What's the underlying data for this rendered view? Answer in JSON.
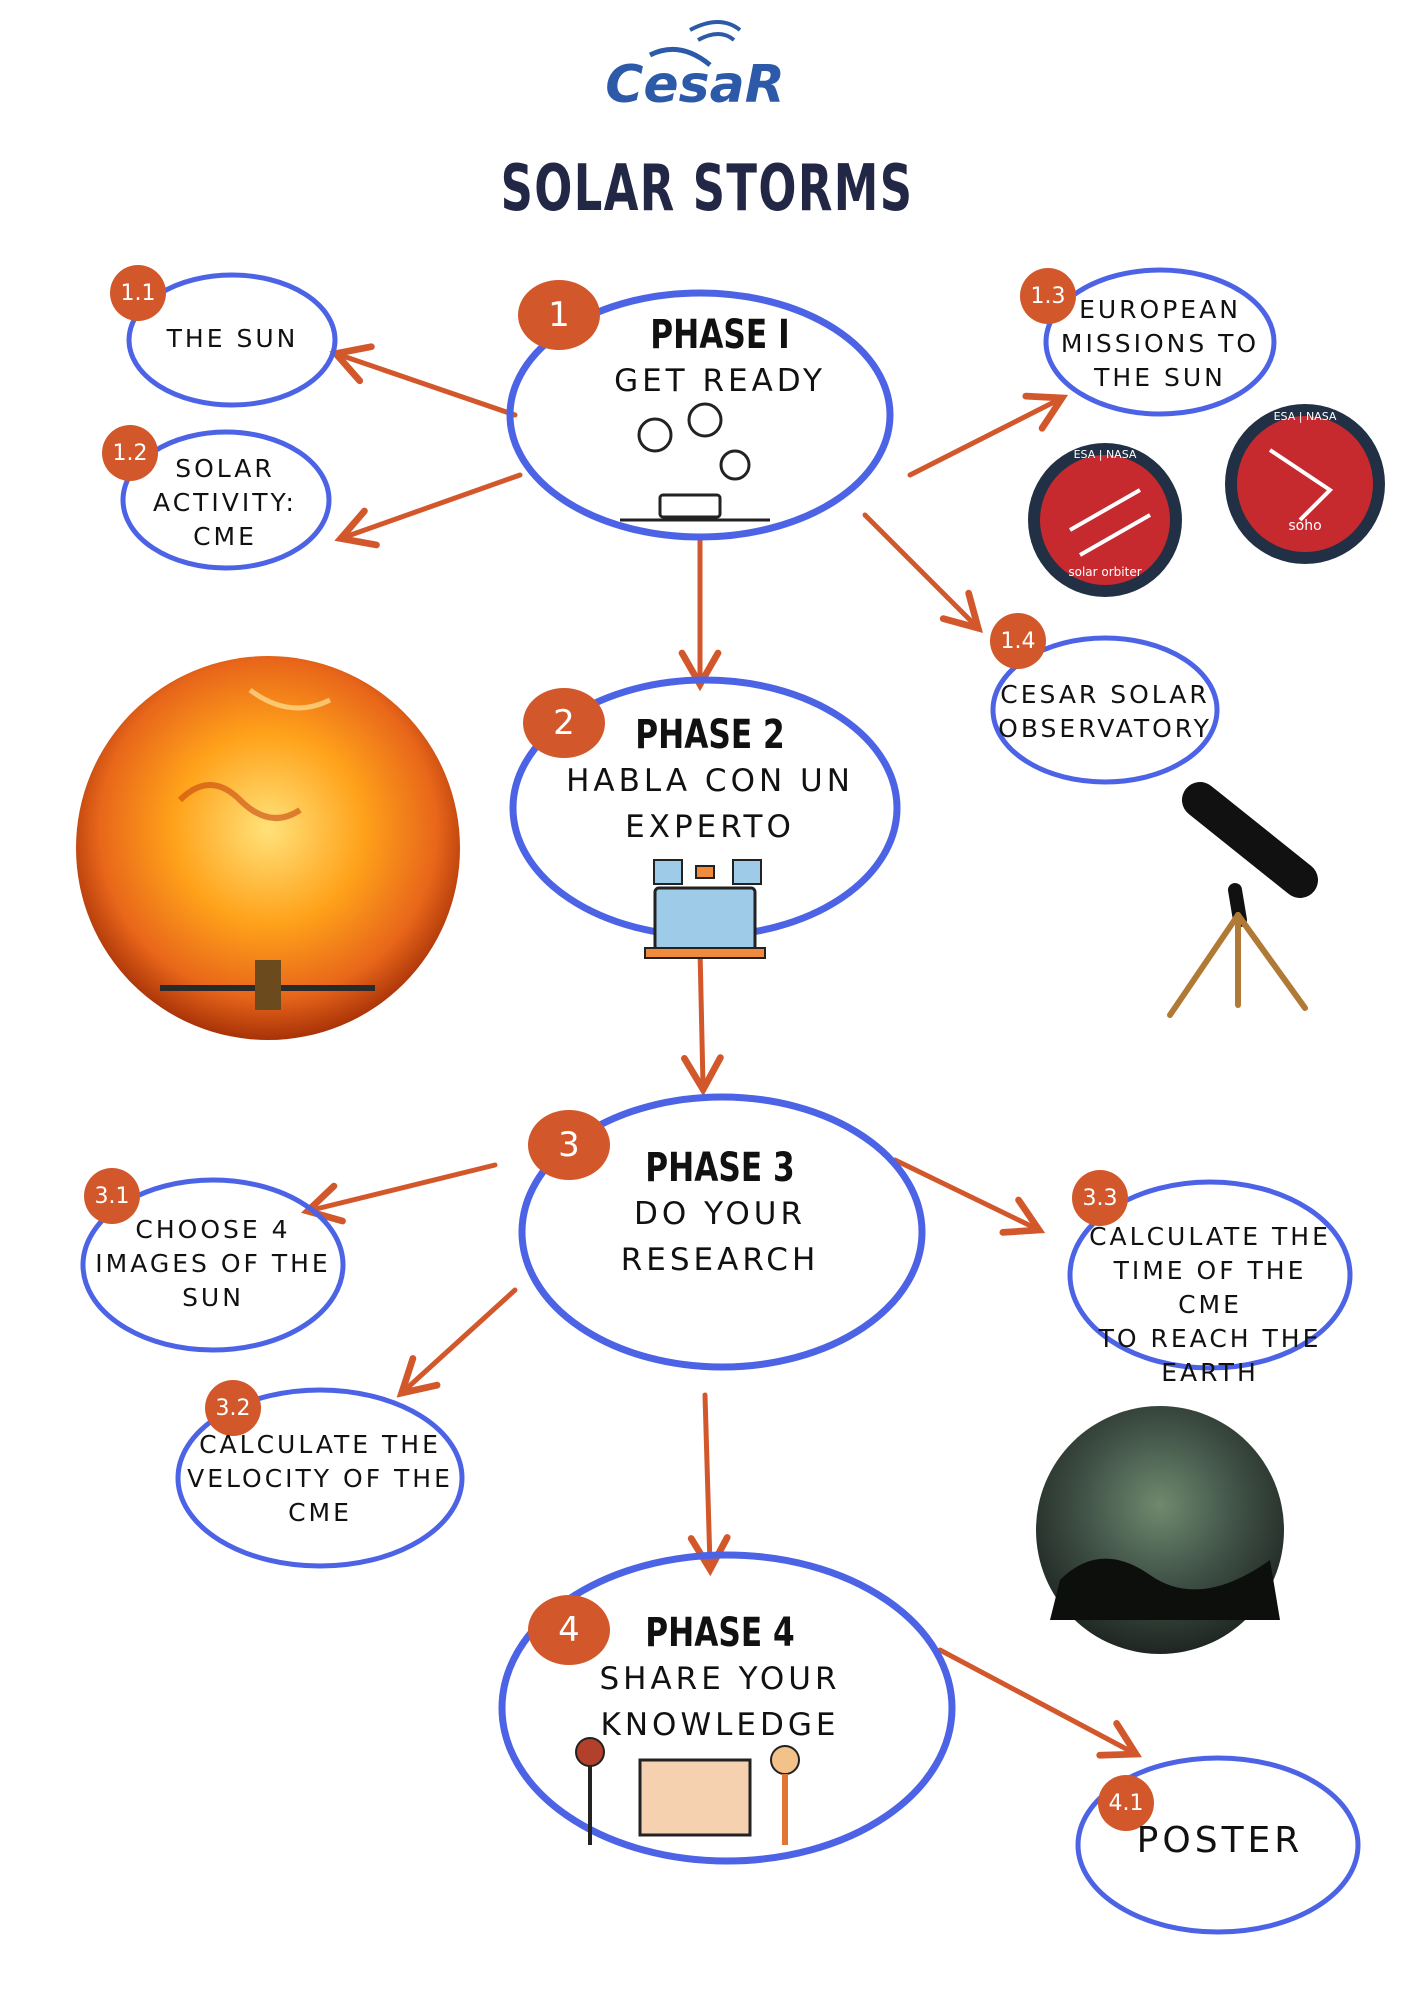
{
  "logo": {
    "text": "CesaR"
  },
  "title": "SOLAR STORMS",
  "colors": {
    "accent": "#d2582c",
    "ellipse_blue": "#4c63e6",
    "title_navy": "#232746"
  },
  "phases": [
    {
      "number": "1",
      "title": "PHASE I",
      "subtitle": [
        "GET READY"
      ]
    },
    {
      "number": "2",
      "title": "PHASE 2",
      "subtitle": [
        "HABLA CON UN",
        "EXPERTO"
      ]
    },
    {
      "number": "3",
      "title": "PHASE 3",
      "subtitle": [
        "DO YOUR",
        "RESEARCH"
      ]
    },
    {
      "number": "4",
      "title": "PHASE 4",
      "subtitle": [
        "SHARE YOUR",
        "KNOWLEDGE"
      ]
    }
  ],
  "steps": {
    "s1_1": {
      "number": "1.1",
      "lines": [
        "THE SUN"
      ]
    },
    "s1_2": {
      "number": "1.2",
      "lines": [
        "SOLAR",
        "ACTIVITY:",
        "CME"
      ]
    },
    "s1_3": {
      "number": "1.3",
      "lines": [
        "EUROPEAN",
        "MISSIONS TO",
        "THE SUN"
      ]
    },
    "s1_4": {
      "number": "1.4",
      "lines": [
        "CESAR SOLAR",
        "OBSERVATORY"
      ]
    },
    "s3_1": {
      "number": "3.1",
      "lines": [
        "CHOOSE 4",
        "IMAGES OF THE",
        "SUN"
      ]
    },
    "s3_2": {
      "number": "3.2",
      "lines": [
        "CALCULATE THE",
        "VELOCITY OF THE",
        "CME"
      ]
    },
    "s3_3": {
      "number": "3.3",
      "lines": [
        "CALCULATE THE",
        "TIME OF THE CME",
        "TO REACH THE",
        "EARTH"
      ]
    },
    "s4_1": {
      "number": "4.1",
      "lines": [
        "POSTER"
      ]
    }
  },
  "badges": {
    "solar_orbiter": {
      "top": "ESA | NASA",
      "bottom": "solar orbiter"
    },
    "soho": {
      "top": "ESA | NASA",
      "bottom": "soho"
    }
  },
  "icons": [
    "satellite-logo-icon",
    "team-illustration-icon",
    "video-call-icon",
    "presentation-icon",
    "sun-photo",
    "telescope-icon",
    "aurora-photo"
  ]
}
